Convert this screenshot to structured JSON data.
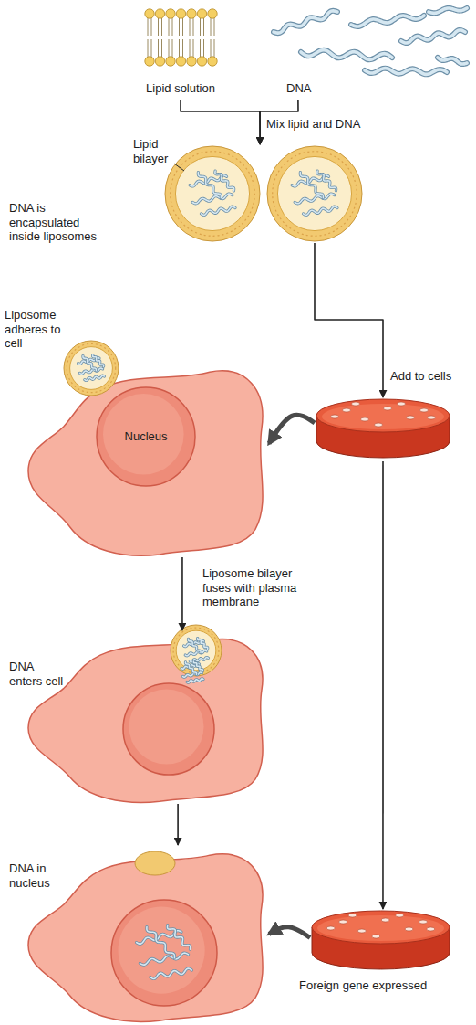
{
  "diagram": {
    "nodes": [
      {
        "text": [
          "Lipid solution"
        ]
      },
      {
        "text": [
          "DNA"
        ]
      },
      {
        "text": [
          "DNA is encapsulated inside liposomes"
        ]
      },
      {
        "text": [
          "Liposome adheres to cell"
        ]
      },
      {
        "text": [
          "Nucleus"
        ],
        "in": 3
      },
      {
        "text": []
      },
      {
        "text": [
          "DNA enters cell"
        ]
      },
      {
        "text": [
          "DNA in nucleus"
        ]
      },
      {
        "text": [
          "Foreign gene expressed"
        ]
      }
    ],
    "edges": [
      {
        "from": 0,
        "to": 2,
        "label": "Mix lipid and DNA",
        "arrow": "to"
      },
      {
        "from": 1,
        "to": 2,
        "arrow": "to"
      },
      {
        "from": 2,
        "to": 5,
        "label": "Add to cells",
        "arrow": "to"
      },
      {
        "from": 5,
        "to": 3,
        "arrow": "to"
      },
      {
        "from": 3,
        "to": 6,
        "label": "Liposome bilayer fuses with plasma membrane",
        "arrow": "to"
      },
      {
        "from": 6,
        "to": 7,
        "arrow": "to"
      },
      {
        "from": 5,
        "to": 8,
        "arrow": "to"
      },
      {
        "from": 8,
        "to": 7,
        "arrow": "to"
      }
    ],
    "labels": [
      "Lipid bilayer"
    ]
  }
}
